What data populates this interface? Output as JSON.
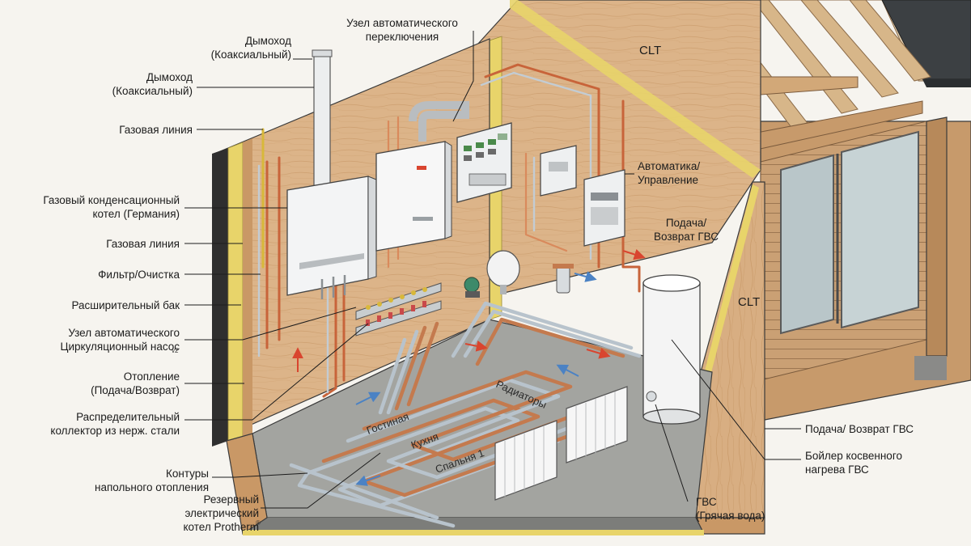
{
  "labels_left": {
    "chimney_top": "Дымоход\n(Коаксиальный)",
    "chimney": "Дымоход\n(Коаксиальный)",
    "gas_line_top": "Газовая линия",
    "gas_boiler": "Газовый конденсационный\nкотел (Германия)",
    "gas_line": "Газовая линия",
    "filter": "Фильтр/Очистка",
    "expansion_tank": "Расширительный бак",
    "auto_node_pump": "Узел автоматического\nЦиркуляционный насос",
    "auto_node_pump_sub": "v2",
    "heating": "Отопление\n(Подача/Возврат)",
    "manifold": "Распределительный\nколлектор из нерж. стали",
    "floor_loops": "Контуры\nнапольного отопления",
    "reserve_boiler": "Резервный\nэлектрический\nкотел Protherm",
    "reserve_boiler_mark": "®"
  },
  "labels_top": {
    "auto_switch": "Узел автоматического\nпереключения"
  },
  "labels_right": {
    "automation": "Автоматика/\nУправление",
    "dhw_supply_return_top": "Подача/\nВозврат ГВС",
    "dhw_supply_return": "Подача/ Возврат ГВС",
    "indirect_boiler": "Бойлер косвенного\nнагрева ГВС",
    "hot_water": "ГВС\n(Грячая вода)"
  },
  "wall_labels": {
    "clt_back": "CLT",
    "clt_side": "CLT"
  },
  "room_labels": {
    "living": "Гостиная",
    "kitchen": "Кухня",
    "bedroom": "Спальня 1",
    "radiators": "Радиаторы"
  },
  "colors": {
    "wood": "#dcb489",
    "wood_dark": "#c99866",
    "wood_light": "#ead2b0",
    "insulation": "#e8d46a",
    "floor": "#9a9b98",
    "floor_light": "#b3b4b0",
    "pipe_red": "#c8643a",
    "pipe_grey": "#a9b4bd",
    "gas": "#d8b83a",
    "arrow_red": "#d9452f",
    "arrow_blue": "#4b82c4",
    "roof": "#3c4043",
    "glass": "#b9c6c9"
  }
}
